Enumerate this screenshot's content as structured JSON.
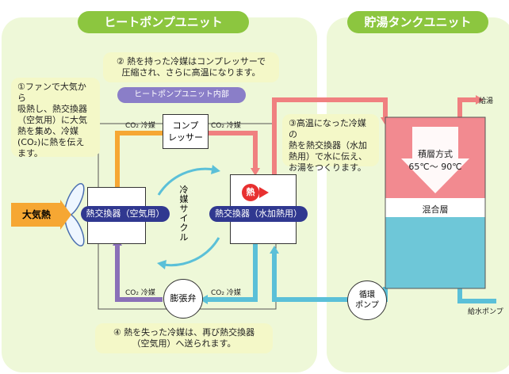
{
  "heat_pump_unit": {
    "title": "ヒートポンプユニット",
    "inner_label": "ヒートポンプユニット内部"
  },
  "tank_unit": {
    "title": "貯湯タンクユニット"
  },
  "notes": {
    "step1": [
      "①ファンで大気から",
      "吸熱し、熱交換器",
      "（空気用）に大気",
      "熱を集め、冷媒",
      "(CO₂)に熱を伝え",
      "ます。"
    ],
    "step2": [
      "② 熱を持った冷媒はコンプレッサーで",
      "圧縮され、さらに高温になります。"
    ],
    "step3": [
      "③高温になった冷媒の",
      "熱を熱交換器（水加",
      "熱用）で水に伝え、",
      "お湯をつくります。"
    ],
    "step4": [
      "④ 熱を失った冷媒は、再び熱交換器",
      "（空気用）へ送られます。"
    ]
  },
  "components": {
    "compressor": [
      "コンプ",
      "レッサー"
    ],
    "air_hx": "熱交換器（空気用）",
    "water_hx": "熱交換器（水加熱用）",
    "expansion_valve": "膨張弁",
    "circ_pump": [
      "循環",
      "ポンプ"
    ],
    "atmosphere_heat": "大気熱",
    "heat_badge": "熱",
    "cycle_label": [
      "冷",
      "媒",
      "サ",
      "イ",
      "ク",
      "ル"
    ]
  },
  "pipe_labels": {
    "co2_refrigerant": "CO₂ 冷媒"
  },
  "tank": {
    "layer_name": "積層方式",
    "temp_range": "65℃～ 90℃",
    "mix_layer": "混合層",
    "hot_out": "給湯",
    "feed_pump": "給水ポンプ"
  },
  "colors": {
    "panel_bg": "#eef8d8",
    "panel_title_bg": "#8cc63f",
    "note_bg": "#f4f8c8",
    "hx_label_bg": "#303890",
    "hot_pipe": "#f08080",
    "cold_pipe": "#5bc0d8",
    "orange_pipe": "#f6a733",
    "purple_pipe": "#8a70b8",
    "tank_hot": "#f28a90",
    "tank_cold": "#6ec7d8"
  }
}
